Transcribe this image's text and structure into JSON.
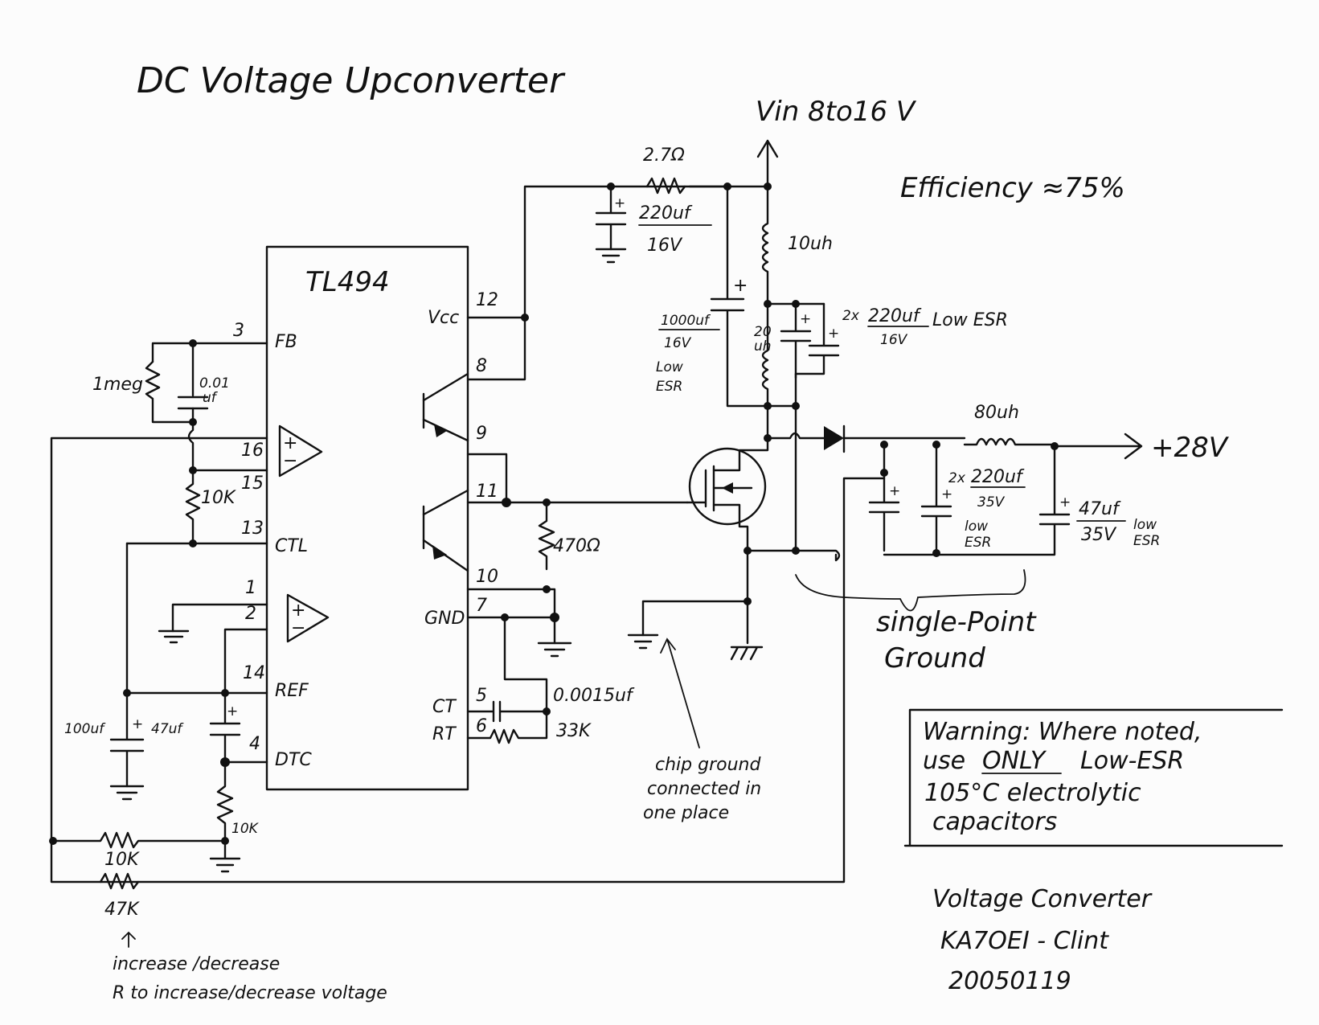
{
  "title": "DC Voltage Upconverter",
  "input": {
    "label": "Vin 8to16 V"
  },
  "efficiency": "Efficiency ≈75%",
  "output": {
    "label": "+28V"
  },
  "ic": {
    "name": "TL494",
    "pins": {
      "fb": "FB",
      "vcc": "Vcc",
      "ctl": "CTL",
      "ref": "REF",
      "dtc": "DTC",
      "gnd": "GND",
      "ct": "CT",
      "rt": "RT",
      "p3": "3",
      "p16": "16",
      "p15": "15",
      "p13": "13",
      "p1": "1",
      "p2": "2",
      "p14": "14",
      "p4": "4",
      "p12": "12",
      "p8": "8",
      "p9": "9",
      "p11": "11",
      "p10": "10",
      "p7": "7",
      "p5": "5",
      "p6": "6"
    },
    "opamp_sign_plus": "+",
    "opamp_sign_minus": "−"
  },
  "components": {
    "r_2r2": "2.7Ω",
    "c_220_16": "220uf",
    "c_220_16_v": "16V",
    "l_10": "10uh",
    "c_1000_a": "1000uf",
    "c_1000_b": "16V",
    "c_1000_c": "Low",
    "c_1000_d": "ESR",
    "l_20a": "20",
    "l_20b": "uh",
    "c_2x220_pre": "2x",
    "c_2x220_a": "220uf",
    "c_2x220_b": "16V",
    "c_2x220_c": "Low ESR",
    "r_1meg": "1meg",
    "c_001a": "0.01",
    "c_001b": "uf",
    "r_10k_fb": "10K",
    "r_470": "470Ω",
    "c_0015": "0.0015uf",
    "r_33k": "33K",
    "c_100": "100uf",
    "c_47ref": "47uf",
    "r_10k_dtc": "10K",
    "r_10k_bot": "10K",
    "r_47k": "47K",
    "l_80": "80uh",
    "c_2x220_35_pre": "2x",
    "c_2x220_35_a": "220uf",
    "c_2x220_35_b": "35V",
    "c_2x220_35_c": "low",
    "c_2x220_35_d": "ESR",
    "c_47_35_a": "47uf",
    "c_47_35_b": "35V",
    "c_47_35_c": "low",
    "c_47_35_d": "ESR",
    "plus": "+"
  },
  "annotations": {
    "single_point_1": "single-Point",
    "single_point_2": "Ground",
    "chip_ground_1": "chip ground",
    "chip_ground_2": "connected in",
    "chip_ground_3": "one place",
    "adjust_1": "increase /decrease",
    "adjust_2": "R to increase/decrease voltage"
  },
  "warning": {
    "line1": "Warning: Where noted,",
    "line2_pre": "use",
    "line2_emph": "ONLY",
    "line2_post": "Low-ESR",
    "line3": "105°C electrolytic",
    "line4": "capacitors"
  },
  "signature": {
    "line1": "Voltage Converter",
    "line2": "KA7OEI - Clint",
    "line3": "20050119"
  }
}
